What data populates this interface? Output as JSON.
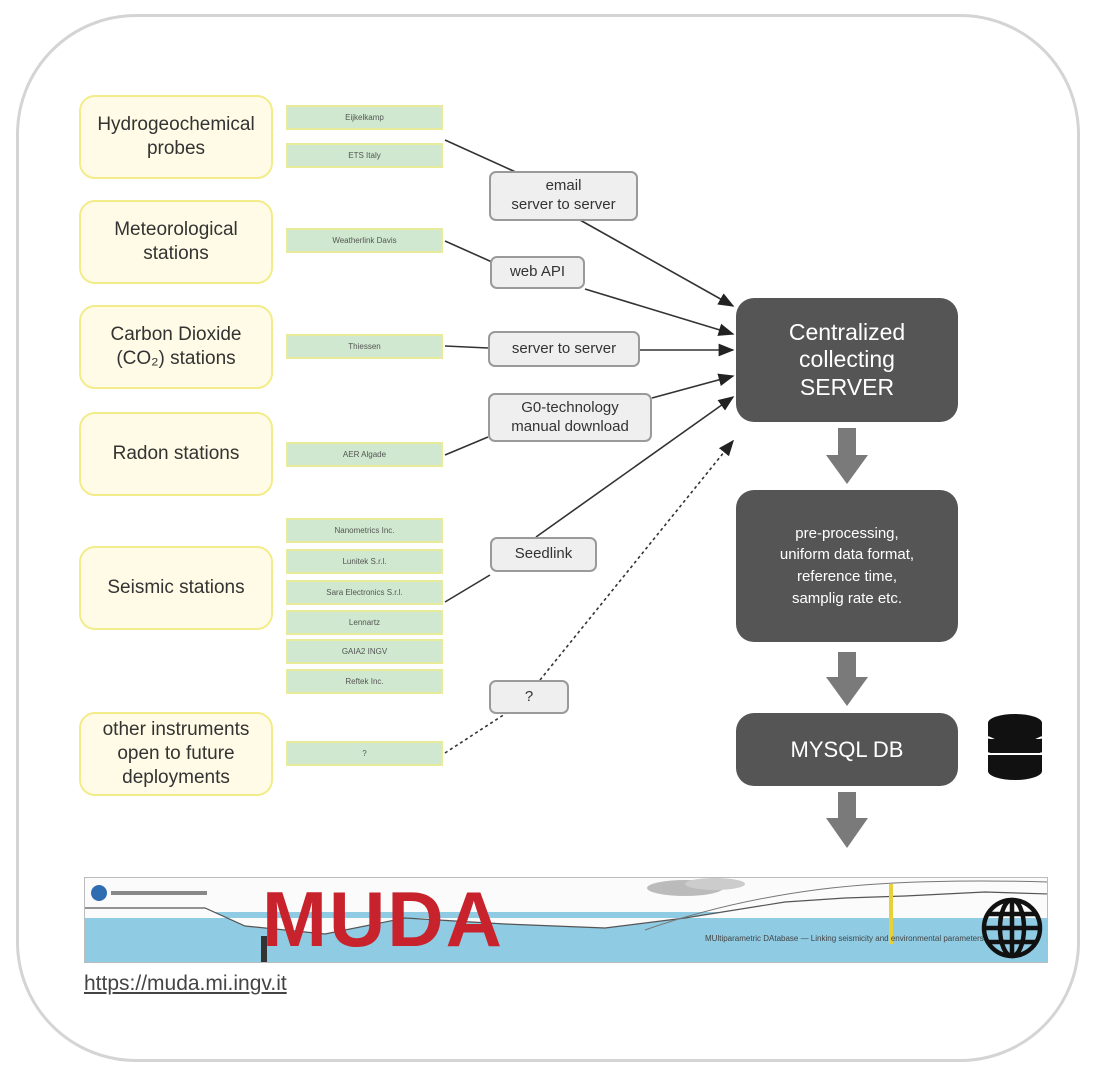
{
  "categories": [
    {
      "label": "Hydrogeochemical\nprobes"
    },
    {
      "label": "Meteorological\nstations"
    },
    {
      "label": "Carbon Dioxide\n(CO₂) stations"
    },
    {
      "label": "Radon stations"
    },
    {
      "label": "Seismic stations"
    },
    {
      "label": "other instruments\nopen to future\ndeployments"
    }
  ],
  "devices": [
    "Eijkelkamp",
    "ETS Italy",
    "Weatherlink Davis",
    "Thiessen",
    "AER Algade",
    "Nanometrics Inc.",
    "Lunitek S.r.l.",
    "Sara Electronics S.r.l.",
    "Lennartz",
    "GAIA2 INGV",
    "Reftek Inc.",
    "?"
  ],
  "connections": [
    {
      "label": "email\nserver to server"
    },
    {
      "label": "web API"
    },
    {
      "label": "server to server"
    },
    {
      "label": "G0-technology\nmanual download"
    },
    {
      "label": "Seedlink"
    },
    {
      "label": "?"
    }
  ],
  "pipeline": {
    "server": "Centralized\ncollecting\nSERVER",
    "processing": "pre-processing,\nuniform data format,\nreference time,\nsamplig rate etc.",
    "database": "MYSQL DB"
  },
  "icons": {
    "database": "database-icon",
    "web": "globe-icon"
  },
  "banner": {
    "title": "MUDA",
    "tagline": "MUltiparametric DAtabase — Linking seismicity and environmental parameters"
  },
  "url": "https://muda.mi.ingv.it",
  "colors": {
    "category_fill": "#fffbe6",
    "category_border": "#f3ec8a",
    "device_fill": "#cfe8cf",
    "server_fill": "#555555",
    "arrow": "#7a7a7a",
    "brand_red": "#c8232c"
  }
}
